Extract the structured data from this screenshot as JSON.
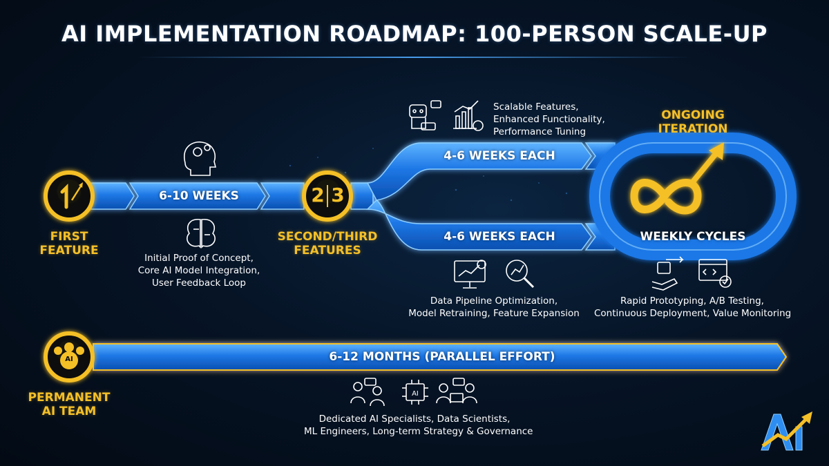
{
  "title": "AI IMPLEMENTATION ROADMAP: 100-PERSON SCALE-UP",
  "colors": {
    "accent_gold": "#f5c028",
    "bar_blue": "#1e78e6",
    "glow_blue": "#3fa0ff",
    "background": "#061426"
  },
  "stages": {
    "first": {
      "marker_number": "1",
      "label_line1": "FIRST",
      "label_line2": "FEATURE",
      "duration": "6-10 WEEKS",
      "desc_lines": [
        "Initial Proof of Concept,",
        "Core AI Model Integration,",
        "User Feedback Loop"
      ],
      "icons": [
        "gears-head-icon",
        "brain-circuit-icon"
      ]
    },
    "second_third": {
      "marker_number_a": "2",
      "marker_number_b": "3",
      "label_line1": "SECOND/THIRD",
      "label_line2": "FEATURES",
      "upper_duration": "4-6 WEEKS EACH",
      "lower_duration": "4-6 WEEKS EACH",
      "upper_desc_lines": [
        "Scalable Features,",
        "Enhanced Functionality,",
        "Performance Tuning"
      ],
      "lower_desc_lines": [
        "Data Pipeline Optimization,",
        "Model Retraining, Feature Expansion"
      ],
      "upper_icons": [
        "robot-chat-icon",
        "chart-gear-icon"
      ],
      "lower_icons": [
        "monitor-analytics-icon",
        "magnifier-chart-icon"
      ]
    },
    "ongoing": {
      "label_line1": "ONGOING",
      "label_line2": "ITERATION",
      "cycle_label": "WEEKLY CYCLES",
      "desc_lines": [
        "Rapid Prototyping, A/B Testing,",
        "Continuous Deployment, Value Monitoring"
      ],
      "icons": [
        "hand-box-icon",
        "code-window-check-icon"
      ]
    },
    "team": {
      "marker_text": "AI",
      "label_line1": "PERMANENT",
      "label_line2": "AI TEAM",
      "duration": "6-12 MONTHS (PARALLEL EFFORT)",
      "desc_lines": [
        "Dedicated AI Specialists, Data Scientists,",
        "ML Engineers, Long-term Strategy & Governance"
      ],
      "icons": [
        "people-chat-icon",
        "ai-chip-icon",
        "team-laptop-icon"
      ]
    }
  },
  "logo_text": "AI"
}
